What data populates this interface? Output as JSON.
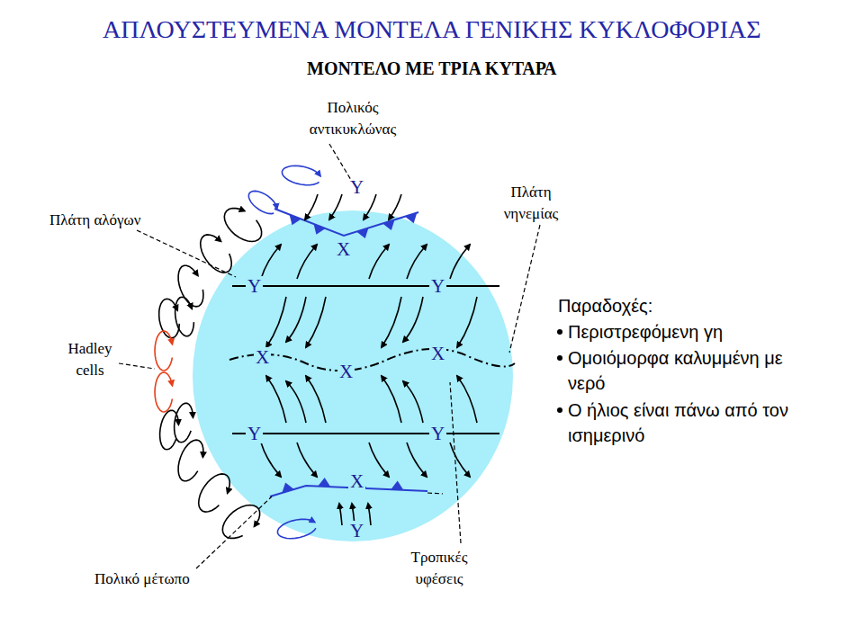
{
  "diagram": {
    "title": "ΑΠΛΟΥΣΤΕΥΜΕΝΑ ΜΟΝΤΕΛΑ ΓΕΝΙΚΗΣ ΚΥΚΛΟΦΟΡΙΑΣ",
    "nodes": [
      {
        "text": [
          "X",
          "Y",
          "Y",
          "X",
          "X",
          "X",
          "Y",
          "Y",
          "X",
          "Y"
        ]
      }
    ],
    "labels": [
      "ΜΟΝΤΕΛΟ ΜΕ ΤΡΙΑ ΚΥΤΑΡΑ",
      "Πολικός αντικυκλώνας",
      "Y",
      "Πλάτη αλόγων",
      "Πλάτη νηνεμίας",
      "Hadley cells",
      "Παραδοχές:",
      "Περιστρεφόμενη γη",
      "Ομοιόμορφα καλυμμένη με νερό",
      "Ο ήλιος είναι πάνω από τον ισημερινό",
      "Πολικό μέτωπο",
      "Τροπικές υφέσεις"
    ]
  }
}
